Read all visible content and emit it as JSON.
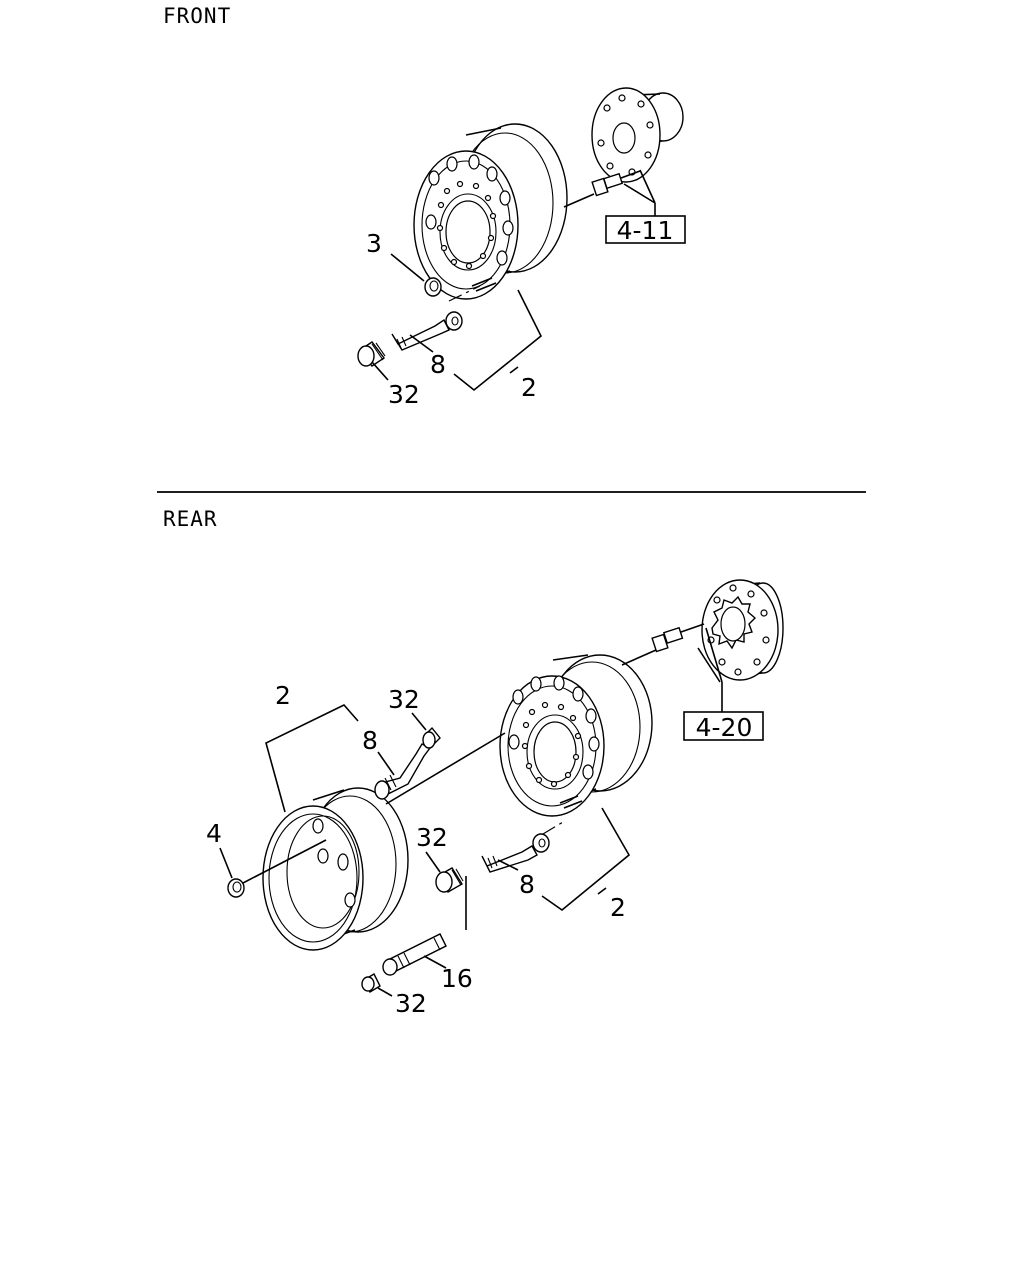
{
  "sections": {
    "front": {
      "label": "FRONT",
      "reference": "4-11",
      "callouts": {
        "nut": "3",
        "valve_ext": "8",
        "cap": "32",
        "wheel_group": "2"
      }
    },
    "rear": {
      "label": "REAR",
      "reference": "4-20",
      "callouts": {
        "wheel_group_outer": "2",
        "cap_top": "32",
        "valve_ext_top": "8",
        "nut": "4",
        "cap_mid": "32",
        "valve_ext_inner": "8",
        "wheel_group_inner": "2",
        "valve_ext_straight": "16",
        "cap_bottom": "32"
      }
    }
  }
}
